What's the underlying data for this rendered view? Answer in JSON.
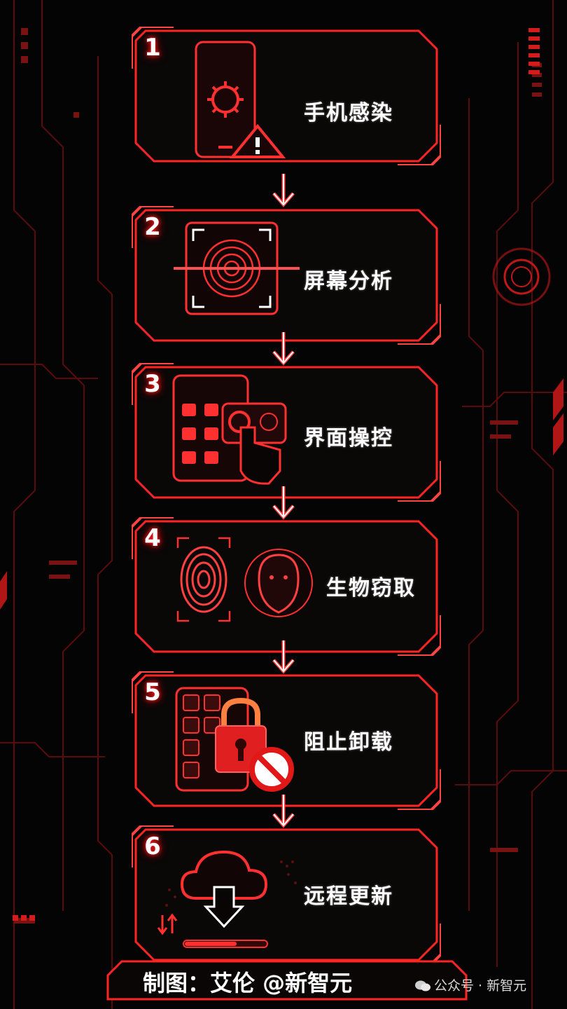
{
  "steps": [
    {
      "number": "1",
      "label": "手机感染",
      "icon": "infected-phone-icon"
    },
    {
      "number": "2",
      "label": "屏幕分析",
      "icon": "fingerprint-scan-icon"
    },
    {
      "number": "3",
      "label": "界面操控",
      "icon": "touch-control-icon"
    },
    {
      "number": "4",
      "label": "生物窃取",
      "icon": "biometric-face-icon"
    },
    {
      "number": "5",
      "label": "阻止卸载",
      "icon": "lock-block-icon"
    },
    {
      "number": "6",
      "label": "远程更新",
      "icon": "cloud-download-icon"
    }
  ],
  "footer": {
    "credit": "制图：艾伦 @新智元"
  },
  "watermark": {
    "text": "公众号 · 新智元"
  },
  "colors": {
    "accent": "#ff2424",
    "background": "#050405",
    "text": "#ffffff"
  }
}
